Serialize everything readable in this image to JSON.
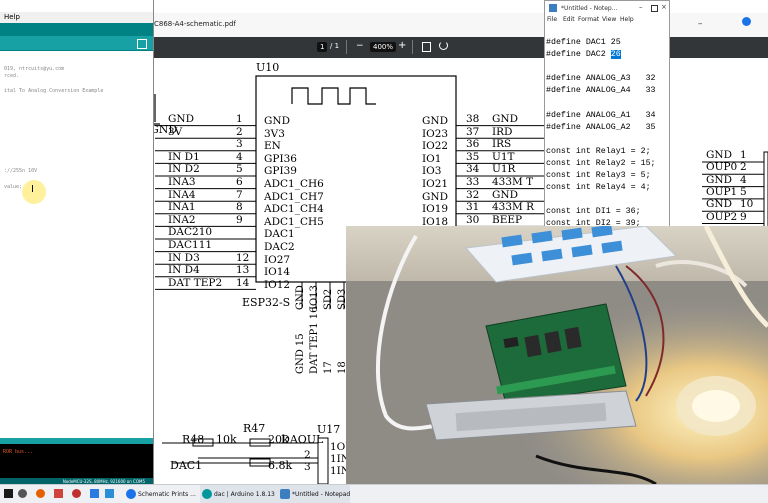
{
  "ide": {
    "menu_help": "Help",
    "code_lines": [
      "019, ntrcuits@yu.com",
      "rced.",
      "ital To Analog Conversion Example",
      "://255n 10V",
      "value;"
    ],
    "console_error": "ROR bus...",
    "status_text": "NodeMCU-32S, 80MHz, 921600 on COM5"
  },
  "pdf": {
    "tab_title": "C868-A4-schematic.pdf",
    "page_current": "1",
    "page_total": "/ 1",
    "zoom": "400%",
    "minus": "−",
    "plus": "+"
  },
  "schematic": {
    "chip_name": "U10",
    "chip_model": "ESP32-S",
    "left_pins": [
      {
        "net": "GND",
        "num": "1",
        "name": "GND"
      },
      {
        "net": "3V",
        "num": "2",
        "name": "3V3"
      },
      {
        "net": "",
        "num": "3",
        "name": "EN"
      },
      {
        "net": "IN_D1",
        "num": "4",
        "name": "GPI36"
      },
      {
        "net": "IN_D2",
        "num": "5",
        "name": "GPI39"
      },
      {
        "net": "INA3",
        "num": "6",
        "name": "ADC1_CH6"
      },
      {
        "net": "INA4",
        "num": "7",
        "name": "ADC1_CH7"
      },
      {
        "net": "INA1",
        "num": "8",
        "name": "ADC1_CH4"
      },
      {
        "net": "INA2",
        "num": "9",
        "name": "ADC1_CH5"
      },
      {
        "net": "DAC210",
        "num": "",
        "name": "DAC1"
      },
      {
        "net": "DAC111",
        "num": "",
        "name": "DAC2"
      },
      {
        "net": "IN_D3",
        "num": "12",
        "name": "IO27"
      },
      {
        "net": "IN_D4",
        "num": "13",
        "name": "IO14"
      },
      {
        "net": "DAT_TEP2",
        "num": "14",
        "name": "IO12"
      }
    ],
    "right_pins": [
      {
        "name": "GND",
        "num": "38",
        "net": "GND"
      },
      {
        "name": "IO23",
        "num": "37",
        "net": "IRD"
      },
      {
        "name": "IO22",
        "num": "36",
        "net": "IRS"
      },
      {
        "name": "IO1",
        "num": "35",
        "net": "U1T"
      },
      {
        "name": "IO3",
        "num": "34",
        "net": "U1R"
      },
      {
        "name": "IO21",
        "num": "33",
        "net": "433M_T"
      },
      {
        "name": "GND",
        "num": "32",
        "net": "GND"
      },
      {
        "name": "IO19",
        "num": "31",
        "net": "433M_R"
      },
      {
        "name": "IO18",
        "num": "30",
        "net": "BEEP"
      }
    ],
    "bottom_pins": [
      "GND",
      "IO13",
      "SD2",
      "SD3"
    ],
    "bottom_nets": [
      "GND 15",
      "DAT_TEP1 16",
      "17",
      "18"
    ],
    "gnd_label": "GND",
    "out_pins": [
      {
        "net": "GND",
        "num": "1"
      },
      {
        "net": "OUP0",
        "num": "2"
      },
      {
        "net": "GND",
        "num": "4"
      },
      {
        "net": "OUP1",
        "num": "5"
      },
      {
        "net": "GND",
        "num": "10"
      },
      {
        "net": "OUP2",
        "num": "9"
      }
    ],
    "r48": "R48",
    "r48_val": "10k",
    "r47": "R47",
    "r47_val": "20k",
    "r_val3": "6.8k",
    "dac1": "DAC1",
    "u17": "U17",
    "u17_pins": [
      "1OU",
      "1IN",
      "1IN"
    ],
    "u17_nums": [
      "2",
      "3"
    ],
    "daoul": "DAOUL"
  },
  "notepad": {
    "title": "*Untitled - Notep...",
    "menu": [
      "File",
      "Edit",
      "Format",
      "View",
      "Help"
    ],
    "lines": [
      "#define DAC1 25",
      "#define DAC2 ",
      "",
      "#define ANALOG_A3   32",
      "#define ANALOG_A4   33",
      "",
      "#define ANALOG_A1   34",
      "#define ANALOG_A2   35",
      "",
      "const int Relay1 = 2;",
      "const int Relay2 = 15;",
      "const int Relay3 = 5;",
      "const int Relay4 = 4;",
      "",
      "const int DI1 = 36;",
      "const int DI2 = 39;"
    ],
    "selected": "26"
  },
  "taskbar": {
    "items": [
      {
        "label": "Schematic Prints ...",
        "icon": "chrome-icon",
        "color": "#1a73e8"
      },
      {
        "label": "dac | Arduino 1.8.13",
        "icon": "arduino-icon",
        "color": "#00979c"
      },
      {
        "label": "*Untitled - Notepad",
        "icon": "notepad-icon",
        "color": "#3c7fc1"
      }
    ]
  }
}
